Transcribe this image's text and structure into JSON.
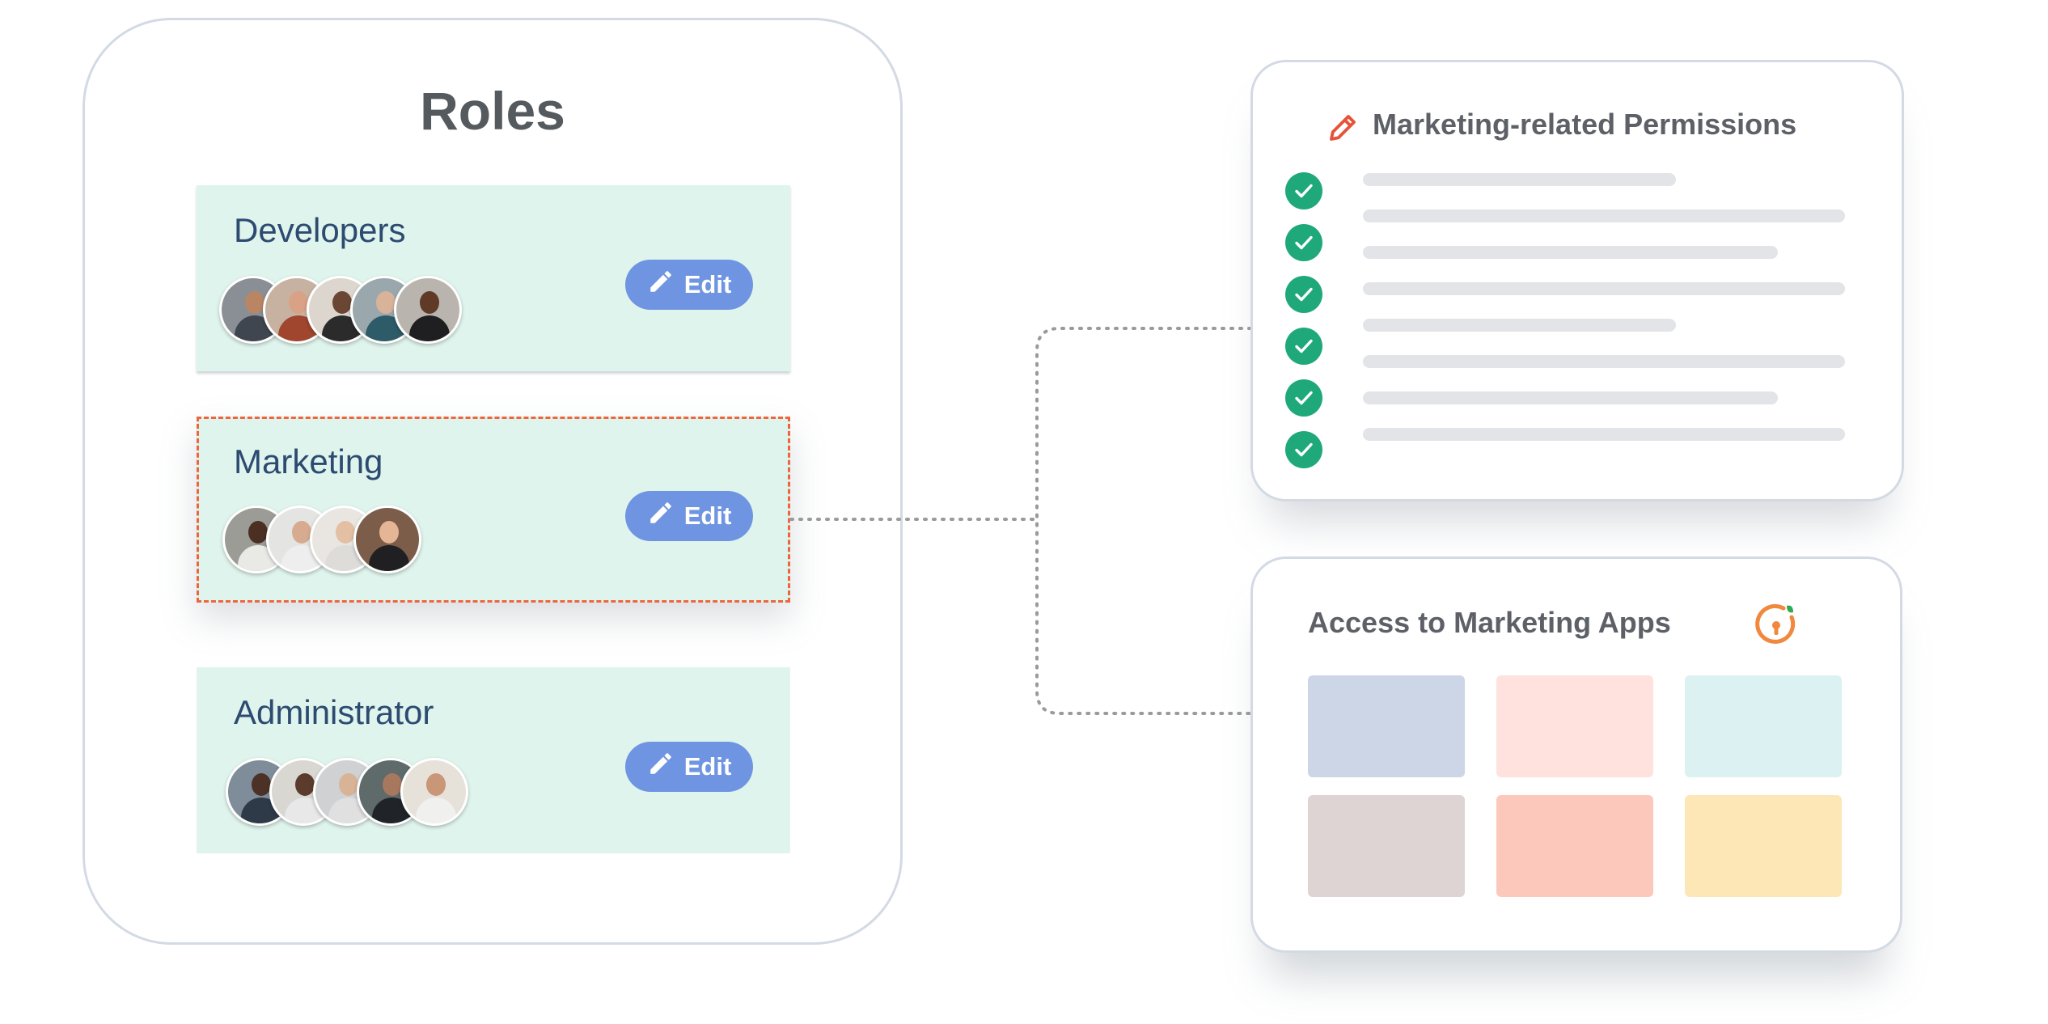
{
  "roles_panel": {
    "title": "Roles",
    "roles": [
      {
        "name": "Developers",
        "edit_label": "Edit",
        "selected": false,
        "members": [
          {
            "bg": "#8a8f96",
            "skin": "#b98565",
            "shirt": "#3f4650"
          },
          {
            "bg": "#c7b2a2",
            "skin": "#d9a186",
            "shirt": "#a0452e"
          },
          {
            "bg": "#dcd6cf",
            "skin": "#6b4634",
            "shirt": "#2b2b2b"
          },
          {
            "bg": "#9aa8ae",
            "skin": "#d8b39a",
            "shirt": "#2d5b67"
          },
          {
            "bg": "#b9b4ae",
            "skin": "#5e3a27",
            "shirt": "#1f1f22"
          }
        ]
      },
      {
        "name": "Marketing",
        "edit_label": "Edit",
        "selected": true,
        "members": [
          {
            "bg": "#9c9c96",
            "skin": "#4a2f22",
            "shirt": "#e9e9e6"
          },
          {
            "bg": "#e4e4e2",
            "skin": "#d7ab8f",
            "shirt": "#eeeeee"
          },
          {
            "bg": "#e9e6e1",
            "skin": "#e3bfa4",
            "shirt": "#dddcd8"
          },
          {
            "bg": "#7b5d4a",
            "skin": "#e4b696",
            "shirt": "#202022"
          }
        ]
      },
      {
        "name": "Administrator",
        "edit_label": "Edit",
        "selected": false,
        "members": [
          {
            "bg": "#7f8c99",
            "skin": "#4b3126",
            "shirt": "#2f3a48"
          },
          {
            "bg": "#d9d7d2",
            "skin": "#5b3b2c",
            "shirt": "#e8e8e8"
          },
          {
            "bg": "#cfd1d3",
            "skin": "#d8b396",
            "shirt": "#e0e0e0"
          },
          {
            "bg": "#5f6a6b",
            "skin": "#a7785e",
            "shirt": "#202428"
          },
          {
            "bg": "#e6e2da",
            "skin": "#c99677",
            "shirt": "#f0f0ee"
          }
        ]
      }
    ]
  },
  "permissions_card": {
    "title": "Marketing-related Permissions",
    "icon": "pencil-icon",
    "icon_color": "#e5533a",
    "check_color": "#1fa97a",
    "checked_count": 6,
    "line_fractions": [
      0.65,
      1.0,
      0.86,
      1.0,
      0.65,
      1.0,
      0.86,
      1.0
    ]
  },
  "apps_card": {
    "title": "Access to Marketing Apps",
    "icon": "access-lock-icon",
    "icon_color": "#f0883e",
    "app_tiles": [
      {
        "color": "#cdd6e6"
      },
      {
        "color": "#ffe2de"
      },
      {
        "color": "#dbf1f2"
      },
      {
        "color": "#ded4d3"
      },
      {
        "color": "#fcc8bb"
      },
      {
        "color": "#fde7b6"
      }
    ]
  },
  "theme": {
    "role_card_bg": "#dff4ec",
    "edit_button_bg": "#6f95e2",
    "selection_outline": "#f0643c",
    "connector_color": "#9a9a9a"
  }
}
